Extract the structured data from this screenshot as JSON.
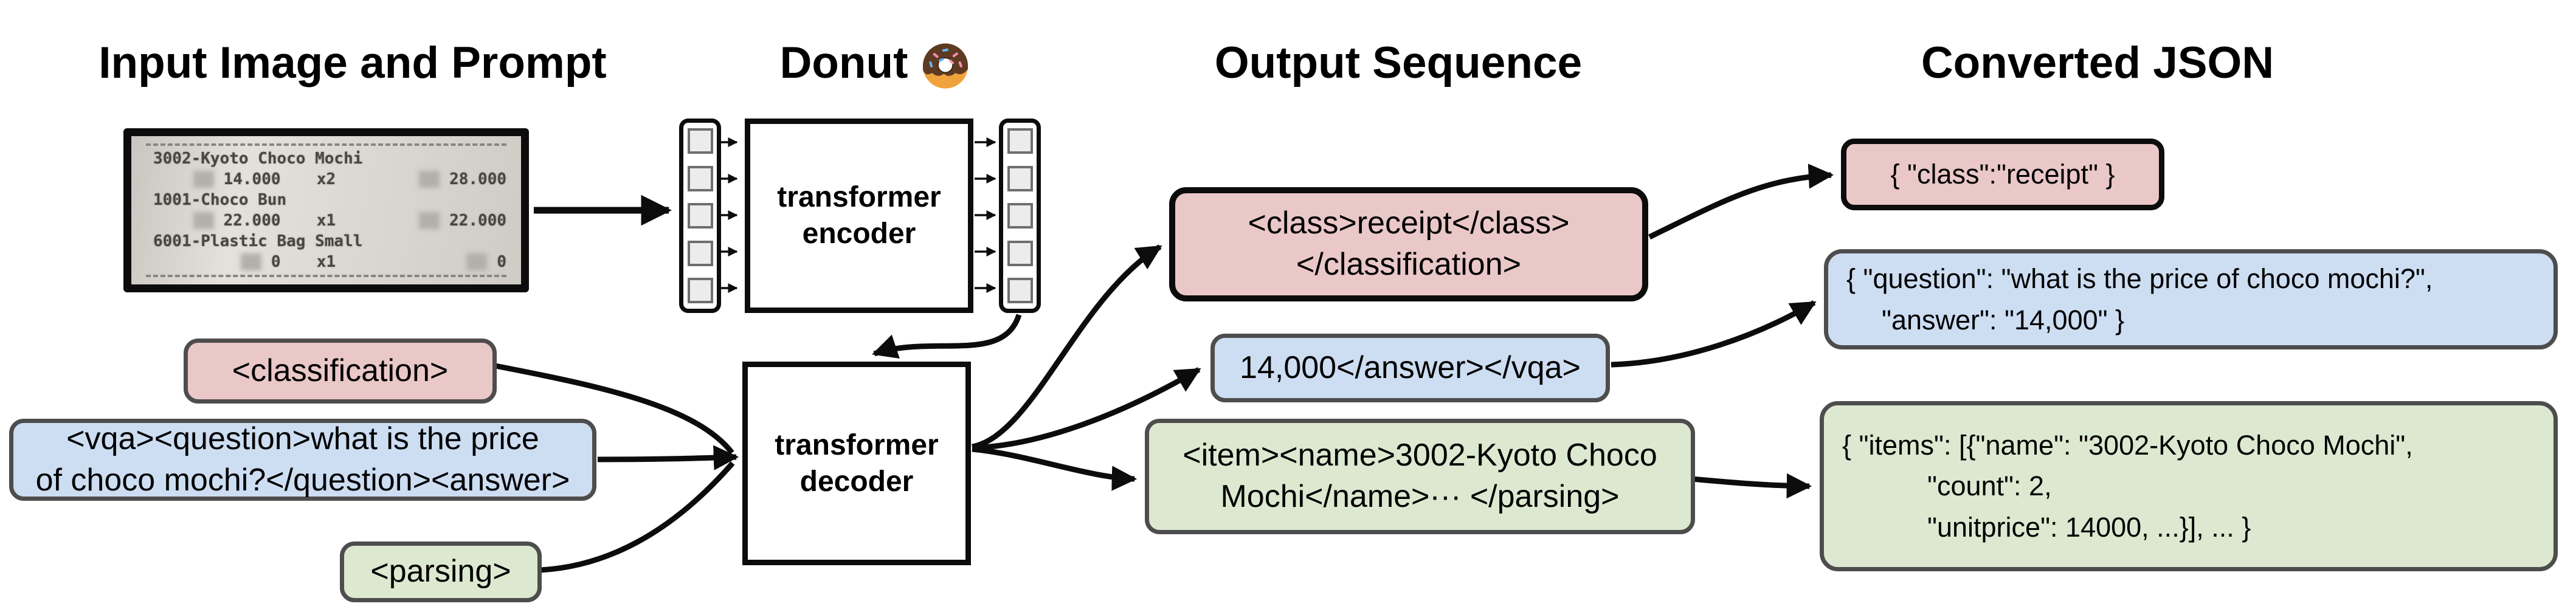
{
  "headers": {
    "col1": "Input Image and Prompt",
    "col2": "Donut",
    "col2_icon": "donut-emoji",
    "col3": "Output Sequence",
    "col4": "Converted JSON"
  },
  "receipt": {
    "items": [
      {
        "name": "3002-Kyoto Choco Mochi",
        "unit": "14.000",
        "qty": "x2",
        "total": "28.000"
      },
      {
        "name": "1001-Choco Bun",
        "unit": "22.000",
        "qty": "x1",
        "total": "22.000"
      },
      {
        "name": "6001-Plastic Bag Small",
        "unit": "0",
        "qty": "x1",
        "total": "0"
      }
    ]
  },
  "model": {
    "encoder_line1": "transformer",
    "encoder_line2": "encoder",
    "decoder_line1": "transformer",
    "decoder_line2": "decoder"
  },
  "prompts": {
    "classification": {
      "text": "<classification>"
    },
    "vqa": {
      "line1": "<vqa><question>what is the price",
      "line2": "of choco mochi?</question><answer>"
    },
    "parsing": {
      "text": "<parsing>"
    }
  },
  "outputs": {
    "classification": {
      "line1": "<class>receipt</class>",
      "line2": "</classification>"
    },
    "vqa": {
      "text": "14,000</answer></vqa>"
    },
    "parsing": {
      "line1": "<item><name>3002-Kyoto Choco",
      "line2": "Mochi</name>··· </parsing>"
    }
  },
  "converted_json": {
    "classification": {
      "text": "{ \"class\":\"receipt\" }"
    },
    "vqa": {
      "line1": "{ \"question\": \"what is the price of choco mochi?\",",
      "line2": "\"answer\": \"14,000\" }"
    },
    "parsing": {
      "line1": "{ \"items\": [{\"name\": \"3002-Kyoto Choco Mochi\",",
      "line2": "\"count\": 2,",
      "line3": "\"unitprice\": 14000, ...}], ... }"
    }
  },
  "colors": {
    "classification_fill": "#eac8c8",
    "vqa_fill": "#cdddf2",
    "parsing_fill": "#dce8d0",
    "patch_fill": "#ececec",
    "stroke": "#0c0c0c"
  }
}
